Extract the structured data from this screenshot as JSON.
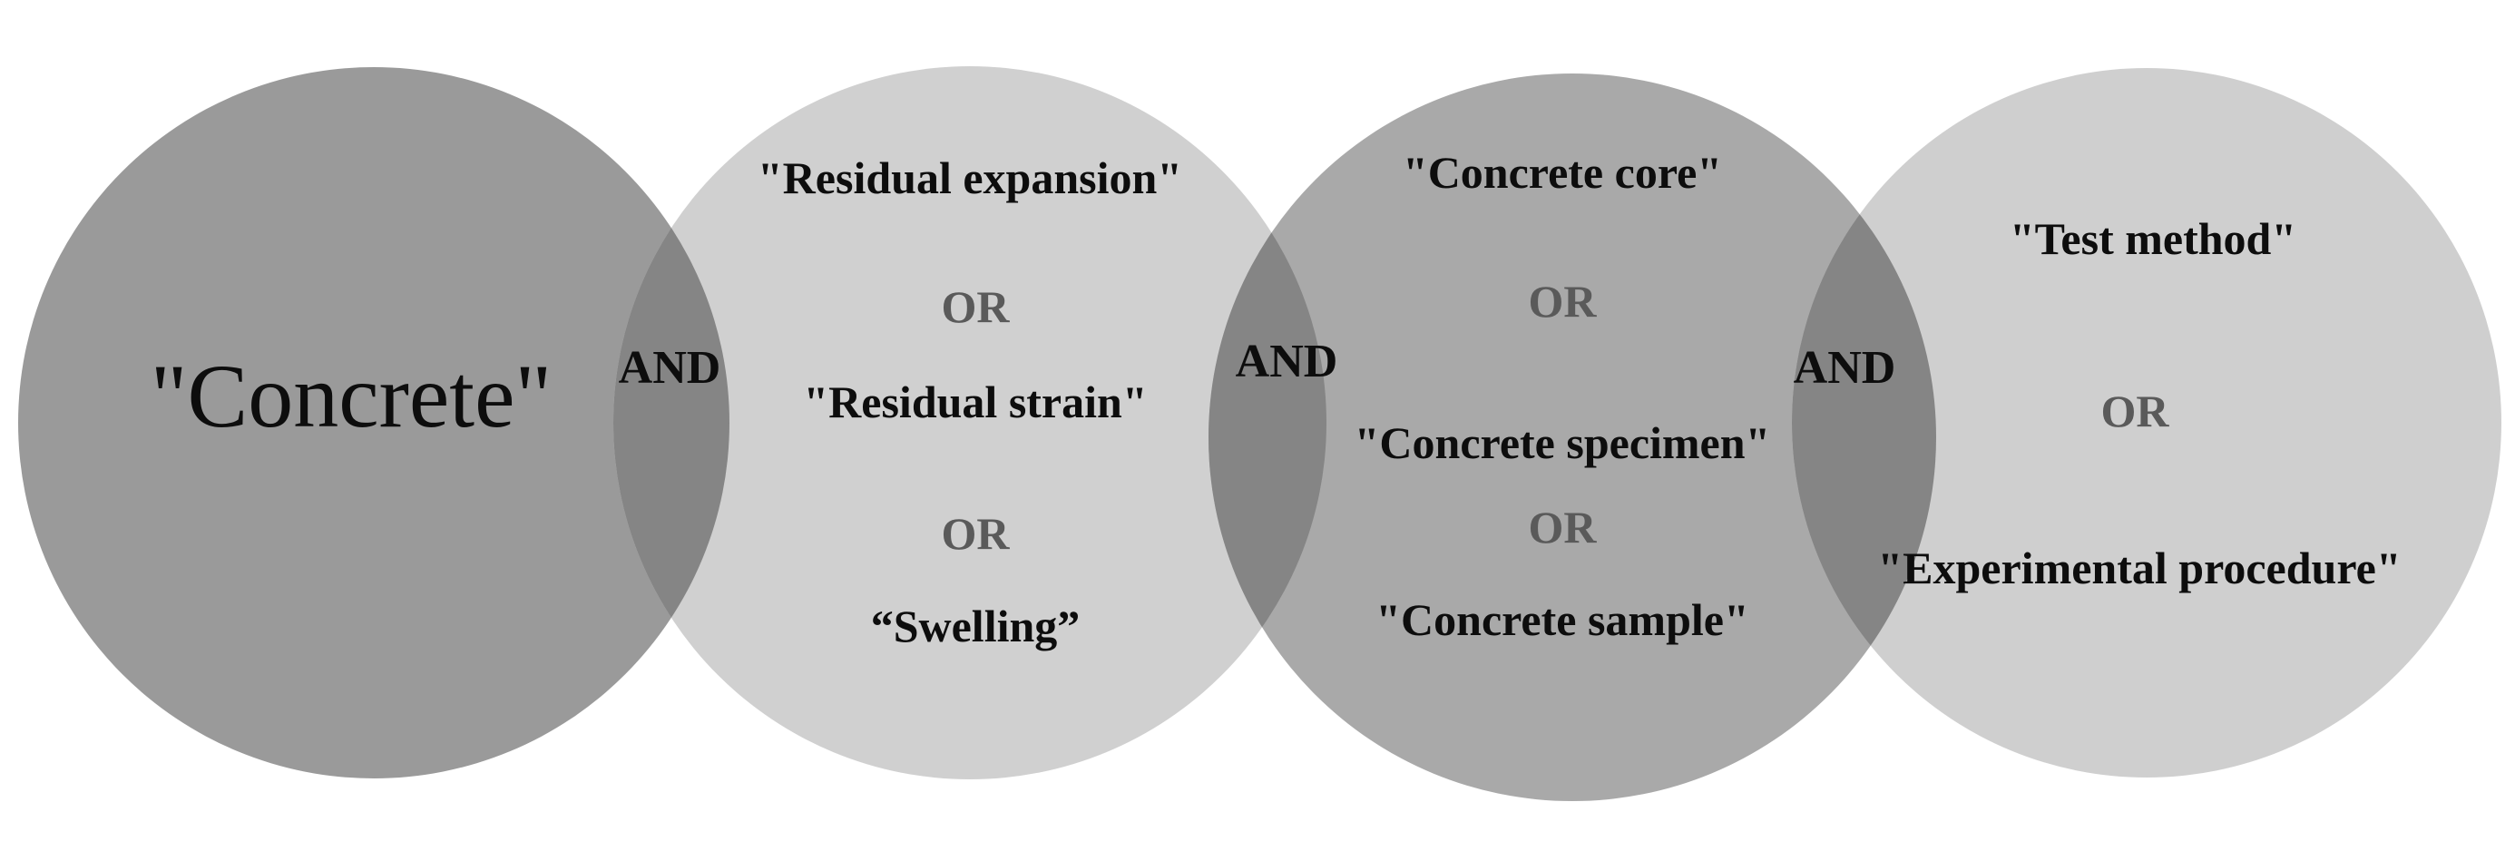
{
  "diagram": {
    "circles": [
      {
        "name": "concrete",
        "fill": "#9a9a9a",
        "terms": [
          "\"Concrete\""
        ],
        "operators": []
      },
      {
        "name": "expansion",
        "fill": "#d0d0d0",
        "terms": [
          "\"Residual expansion\"",
          "\"Residual strain\"",
          "“Swelling”"
        ],
        "operators": [
          "OR",
          "OR"
        ]
      },
      {
        "name": "specimen",
        "fill": "#a9a9a9",
        "terms": [
          "\"Concrete core\"",
          "\"Concrete specimen\"",
          "\"Concrete sample\""
        ],
        "operators": [
          "OR",
          "OR"
        ]
      },
      {
        "name": "method",
        "fill": "#cfcfcf",
        "terms": [
          "\"Test method\"",
          "\"Experimental procedure\""
        ],
        "operators": [
          "OR"
        ]
      }
    ],
    "connectors": [
      "AND",
      "AND",
      "AND"
    ],
    "overlap_fill": "#858585",
    "term_color": "#0d0d0d",
    "or_color": "#5a5a5a"
  }
}
